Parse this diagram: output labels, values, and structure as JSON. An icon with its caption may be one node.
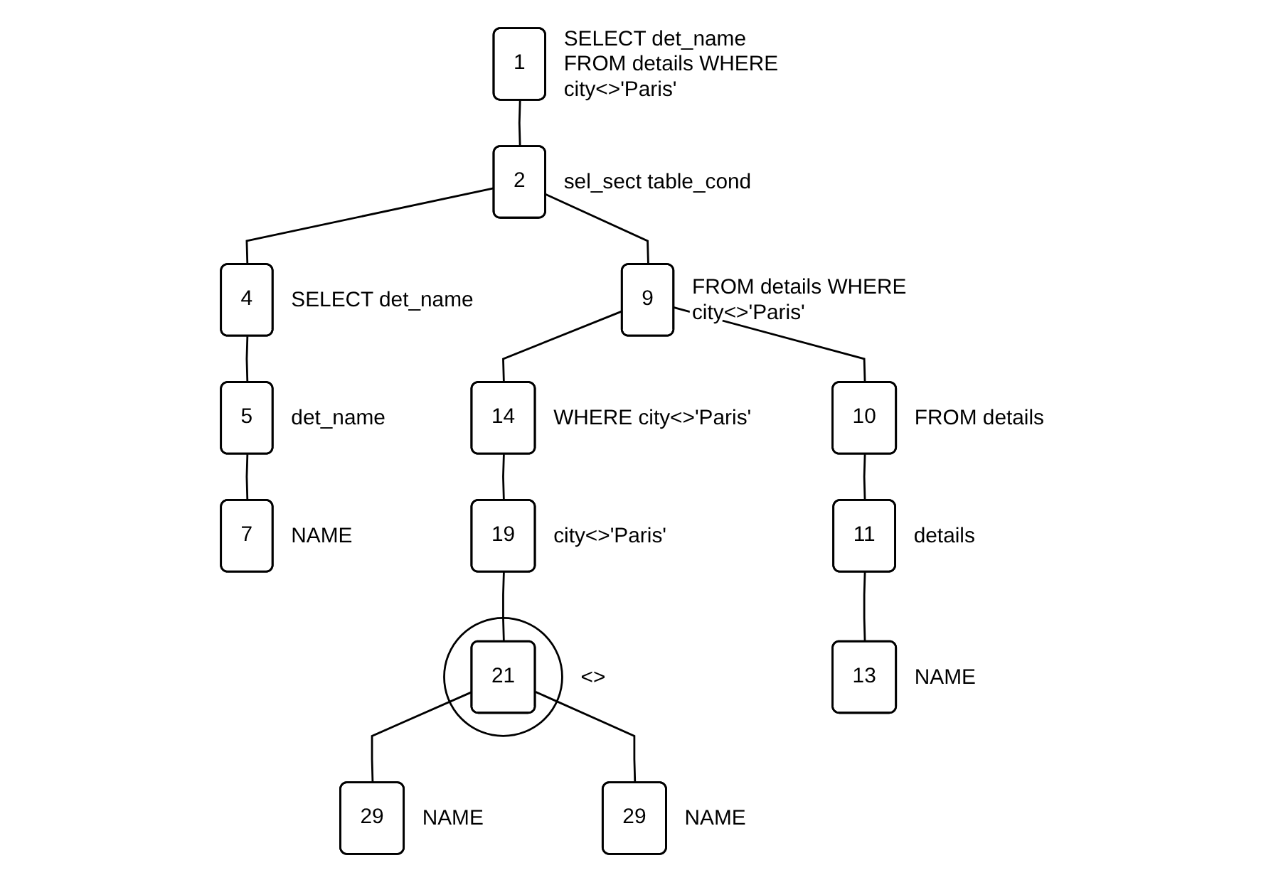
{
  "diagram": {
    "nodes": [
      {
        "text": [
          "1"
        ],
        "beside": [
          "SELECT det_name FROM details WHERE city<>'Paris'"
        ]
      },
      {
        "text": [
          "2"
        ],
        "beside": [
          "sel_sect table_cond"
        ]
      },
      {
        "text": [
          "4"
        ],
        "beside": [
          "SELECT det_name"
        ]
      },
      {
        "text": [
          "5"
        ],
        "beside": [
          "det_name"
        ]
      },
      {
        "text": [
          "7"
        ],
        "beside": [
          "NAME"
        ]
      },
      {
        "text": [
          "9"
        ],
        "beside": [
          "FROM details WHERE city<>'Paris'"
        ]
      },
      {
        "text": [
          "10"
        ],
        "beside": [
          "FROM details"
        ]
      },
      {
        "text": [
          "11"
        ],
        "beside": [
          "details"
        ]
      },
      {
        "text": [
          "13"
        ],
        "beside": [
          "NAME"
        ]
      },
      {
        "text": [
          "14"
        ],
        "beside": [
          "WHERE city<>'Paris'"
        ]
      },
      {
        "text": [
          "19"
        ],
        "beside": [
          "city<>'Paris'"
        ]
      },
      {
        "text": [],
        "shape": "circle",
        "beside": [
          "<>"
        ]
      },
      {
        "text": [
          "21"
        ],
        "in": 11
      },
      {
        "text": [
          "29"
        ],
        "beside": [
          "NAME"
        ]
      },
      {
        "text": [
          "29"
        ],
        "beside": [
          "NAME"
        ]
      }
    ],
    "edges": [
      {
        "from": 0,
        "to": 1,
        "arrow": "none"
      },
      {
        "from": 1,
        "to": 2,
        "arrow": "none"
      },
      {
        "from": 1,
        "to": 5,
        "arrow": "none"
      },
      {
        "from": 2,
        "to": 3,
        "arrow": "none"
      },
      {
        "from": 3,
        "to": 4,
        "arrow": "none"
      },
      {
        "from": 5,
        "to": 6,
        "arrow": "none"
      },
      {
        "from": 5,
        "to": 9,
        "arrow": "none"
      },
      {
        "from": 6,
        "to": 7,
        "arrow": "none"
      },
      {
        "from": 7,
        "to": 8,
        "arrow": "none"
      },
      {
        "from": 9,
        "to": 10,
        "arrow": "none"
      },
      {
        "from": 10,
        "to": 12,
        "arrow": "none"
      },
      {
        "from": 12,
        "to": 13,
        "arrow": "none"
      },
      {
        "from": 12,
        "to": 14,
        "arrow": "none"
      }
    ]
  }
}
